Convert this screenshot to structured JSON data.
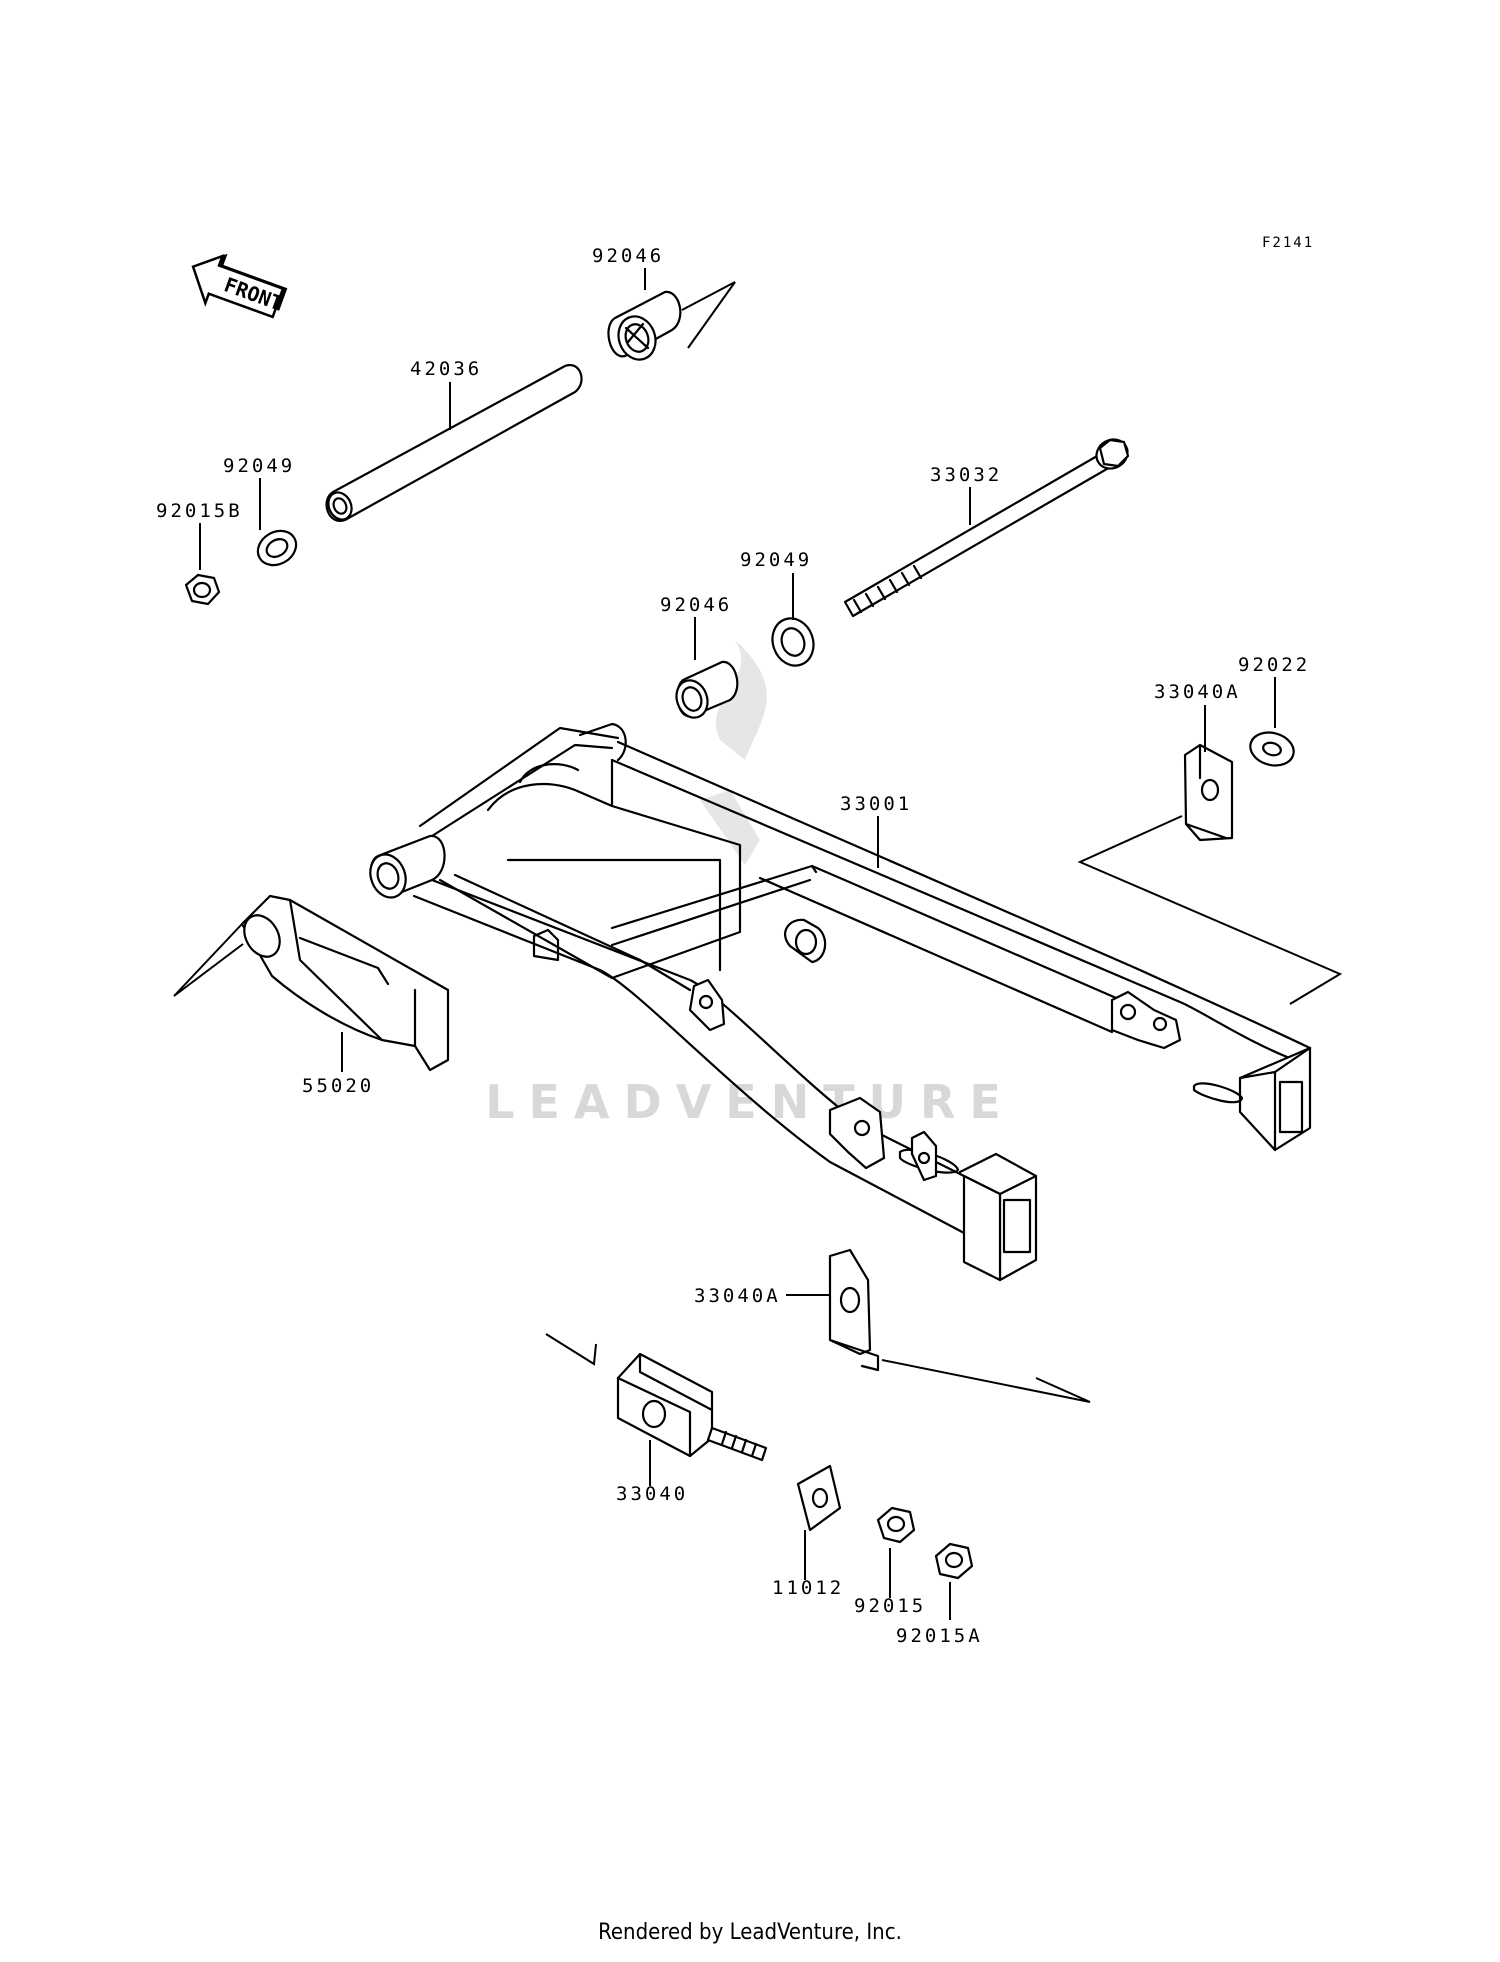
{
  "figure_code": "F2141",
  "front_label": "FRONT",
  "watermark": "LEADVENTURE",
  "footer": "Rendered by LeadVenture, Inc.",
  "parts": {
    "p92046_top": "92046",
    "p42036": "42036",
    "p92049_left": "92049",
    "p92015B": "92015B",
    "p33032": "33032",
    "p92049_mid": "92049",
    "p92046_mid": "92046",
    "p92022": "92022",
    "p33040A_top": "33040A",
    "p33001": "33001",
    "p55020": "55020",
    "p33040A_low": "33040A",
    "p33040": "33040",
    "p11012": "11012",
    "p92015": "92015",
    "p92015A": "92015A"
  }
}
